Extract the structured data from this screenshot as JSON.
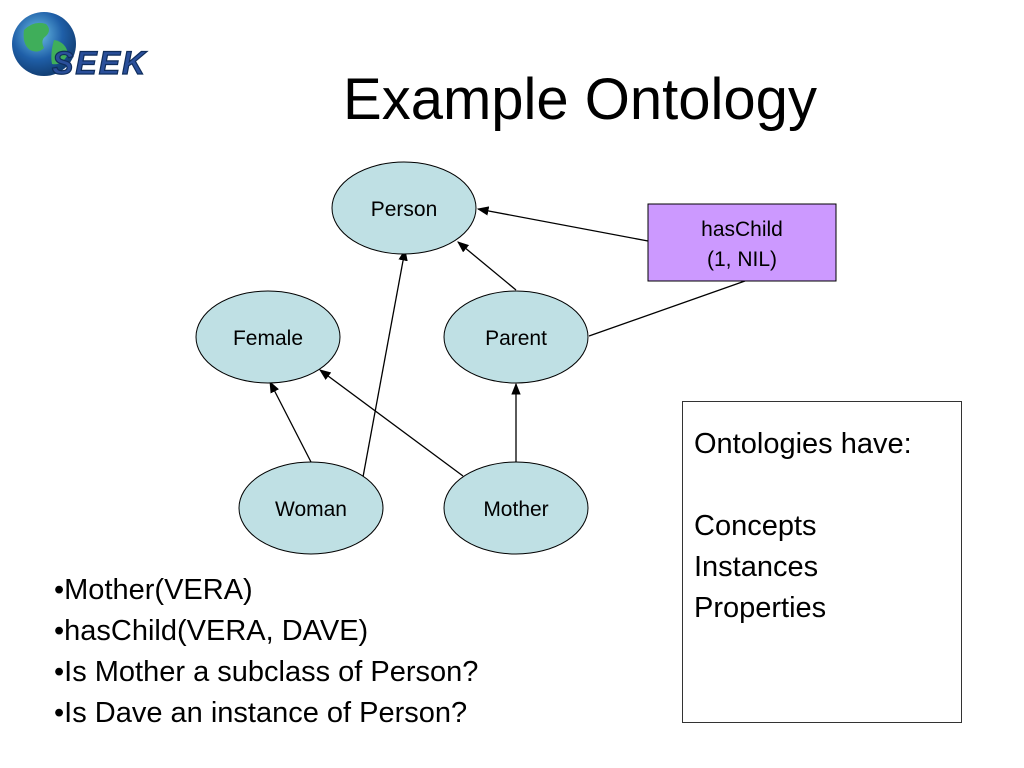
{
  "logo": {
    "text": "SEEK",
    "colors": {
      "globe_blue": "#1f5fa8",
      "globe_green": "#3fae5a",
      "text_blue": "#2a4f9a"
    }
  },
  "slide": {
    "title": "Example Ontology"
  },
  "diagram": {
    "colors": {
      "node_fill": "#bfe0e4",
      "node_stroke": "#000000",
      "relation_fill": "#cc99ff",
      "edge": "#000000"
    },
    "nodes": {
      "person": "Person",
      "female": "Female",
      "parent": "Parent",
      "woman": "Woman",
      "mother": "Mother"
    },
    "relation": {
      "line1": "hasChild",
      "line2": "(1, NIL)"
    }
  },
  "info_box": {
    "heading": "Ontologies have:",
    "items": [
      "Concepts",
      "Instances",
      "Properties"
    ]
  },
  "bullets": [
    "•Mother(VERA)",
    "•hasChild(VERA, DAVE)",
    "•Is Mother a subclass of Person?",
    "•Is Dave an instance of Person?"
  ]
}
